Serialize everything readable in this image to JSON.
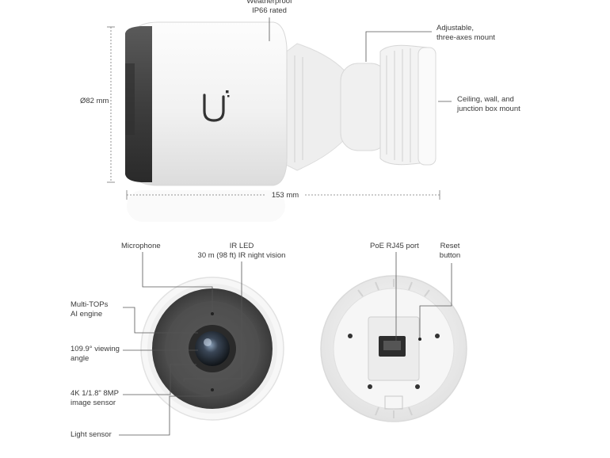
{
  "top": {
    "weatherproof_line1": "Weatherproof",
    "weatherproof_line2": "IP66 rated",
    "mount_line1": "Adjustable,",
    "mount_line2": "three-axes mount",
    "ceiling_line1": "Ceiling, wall, and",
    "ceiling_line2": "junction box mount",
    "diameter": "Ø82 mm",
    "length": "153 mm"
  },
  "front": {
    "microphone": "Microphone",
    "ir_line1": "IR LED",
    "ir_line2": "30 m (98 ft) IR night vision",
    "ai_line1": "Multi-TOPs",
    "ai_line2": "AI engine",
    "view_line1": "109.9° viewing",
    "view_line2": "angle",
    "sensor_line1": "4K 1/1.8\" 8MP",
    "sensor_line2": "image sensor",
    "light": "Light sensor"
  },
  "back": {
    "poe": "PoE RJ45 port",
    "reset_line1": "Reset",
    "reset_line2": "button"
  },
  "colors": {
    "body": "#f4f4f4",
    "dark": "#3b3b3b",
    "leader": "#555555"
  }
}
